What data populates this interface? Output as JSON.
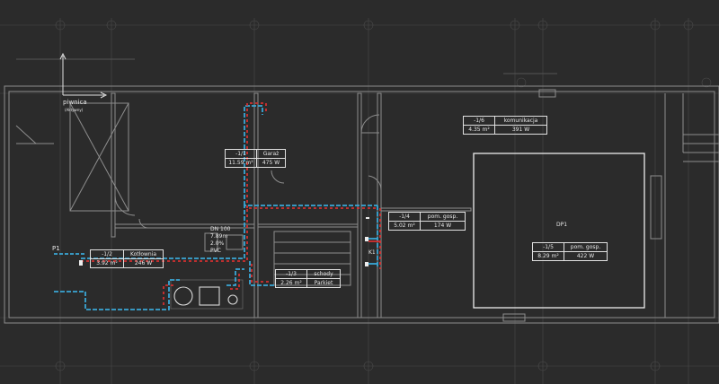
{
  "legend": {
    "level": "piwnica",
    "sub": "(Aktywny)"
  },
  "rooms": [
    {
      "id": "room-1-1",
      "number": "-1/1",
      "name": "Garaż",
      "area": "11.59 m²",
      "power": "475 W"
    },
    {
      "id": "room-1-2",
      "number": "-1/2",
      "name": "Kotłownia",
      "area": "3.92 m²",
      "power": "246 W"
    },
    {
      "id": "room-1-3",
      "number": "-1/3",
      "name": "schody",
      "area": "2.26 m²",
      "power": "Parkiet"
    },
    {
      "id": "room-1-4",
      "number": "-1/4",
      "name": "pom. gosp.",
      "area": "5.02 m²",
      "power": "174 W"
    },
    {
      "id": "room-1-5",
      "number": "-1/5",
      "name": "pom. gosp.",
      "area": "8.29 m²",
      "power": "422 W"
    },
    {
      "id": "room-1-6",
      "number": "-1/6",
      "name": "komunikacja",
      "area": "4.35 m²",
      "power": "391 W"
    }
  ],
  "pipe_spec": [
    "DN 100",
    "7.89m",
    "2.0%",
    "PVC"
  ],
  "labels": {
    "p1": "P1",
    "k1": "K1",
    "dp1": "DP1"
  },
  "colors": {
    "background": "#2b2b2b",
    "wall": "#9a9a9a",
    "grid": "#555555",
    "cold_pipe": "#3aa7d6",
    "hot_pipe": "#d23030",
    "label": "#e6e6e6"
  }
}
